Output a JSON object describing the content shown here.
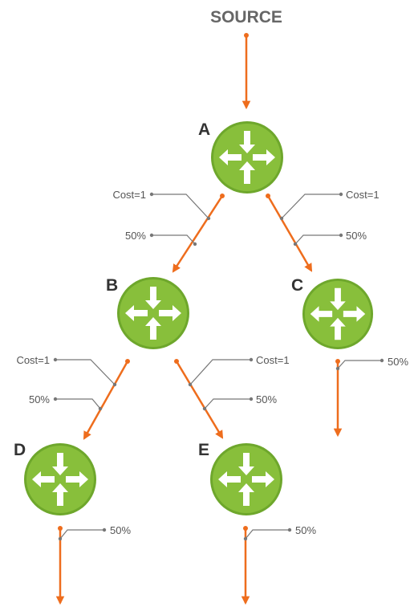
{
  "source_label": "SOURCE",
  "routers": [
    {
      "id": "A",
      "label": "A"
    },
    {
      "id": "B",
      "label": "B"
    },
    {
      "id": "C",
      "label": "C"
    },
    {
      "id": "D",
      "label": "D"
    },
    {
      "id": "E",
      "label": "E"
    }
  ],
  "links": [
    {
      "id": "A-B",
      "cost_label": "Cost=1",
      "share_label": "50%"
    },
    {
      "id": "A-C",
      "cost_label": "Cost=1",
      "share_label": "50%"
    },
    {
      "id": "B-D",
      "cost_label": "Cost=1",
      "share_label": "50%"
    },
    {
      "id": "B-E",
      "cost_label": "Cost=1",
      "share_label": "50%"
    }
  ],
  "outputs": [
    {
      "id": "C-out",
      "share_label": "50%"
    },
    {
      "id": "D-out",
      "share_label": "50%"
    },
    {
      "id": "E-out",
      "share_label": "50%"
    }
  ],
  "colors": {
    "flow": "#ee6d1d",
    "router_fill": "#88bf3b",
    "router_ring": "#6ea72c",
    "callout": "#777777"
  },
  "icons": {
    "router": "router-arrows-icon"
  }
}
